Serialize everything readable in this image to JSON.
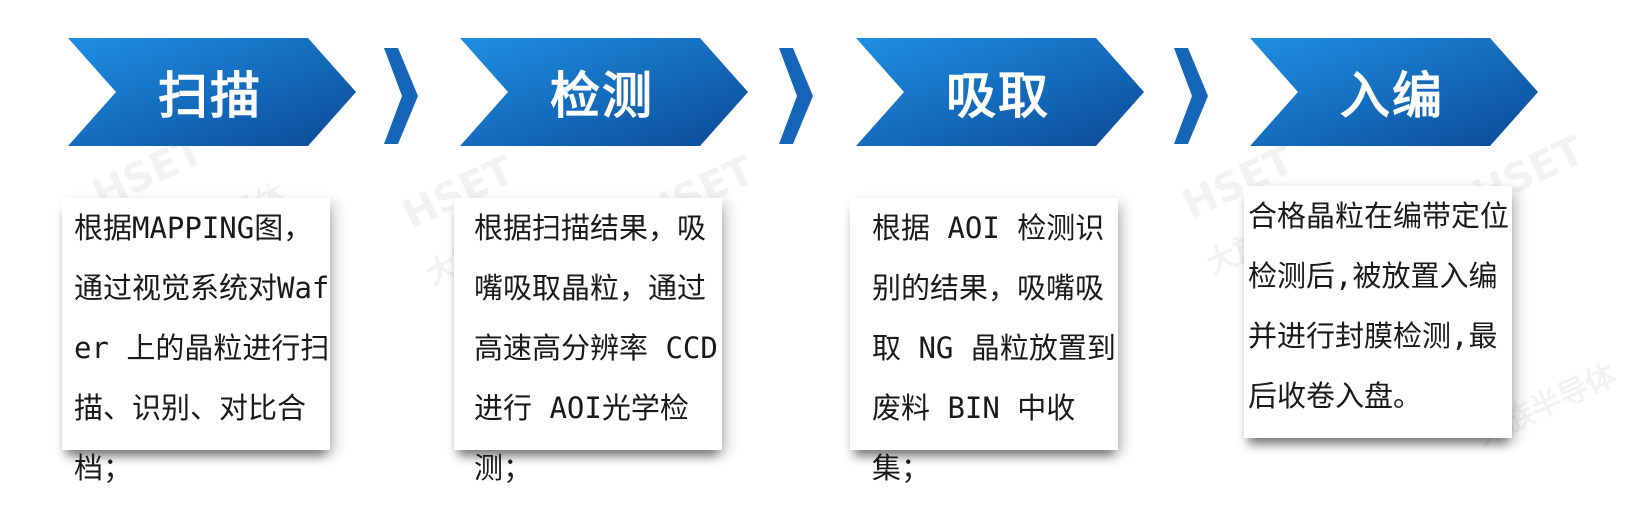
{
  "steps": [
    {
      "title": "扫描",
      "description": "根据MAPPING图，通过视觉系统对Wafer 上的晶粒进行扫描、识别、对比合档；"
    },
    {
      "title": "检测",
      "description": "根据扫描结果，吸嘴吸取晶粒，通过高速高分辨率 CCD 进行 AOI光学检测；"
    },
    {
      "title": "吸取",
      "description": "根据 AOI 检测识别的结果，吸嘴吸取 NG 晶粒放置到废料 BIN 中收集；"
    },
    {
      "title": "入编",
      "description": "合格晶粒在编带定位检测后,被放置入编并进行封膜检测,最后收卷入盘。"
    }
  ],
  "watermark": {
    "logo_letters": "HSET",
    "brand": "大族半导体"
  },
  "colors": {
    "chevron_light": "#1f8fe3",
    "chevron_dark": "#0b4a97",
    "separator": "#1565b8",
    "text": "#1a1a1a"
  }
}
